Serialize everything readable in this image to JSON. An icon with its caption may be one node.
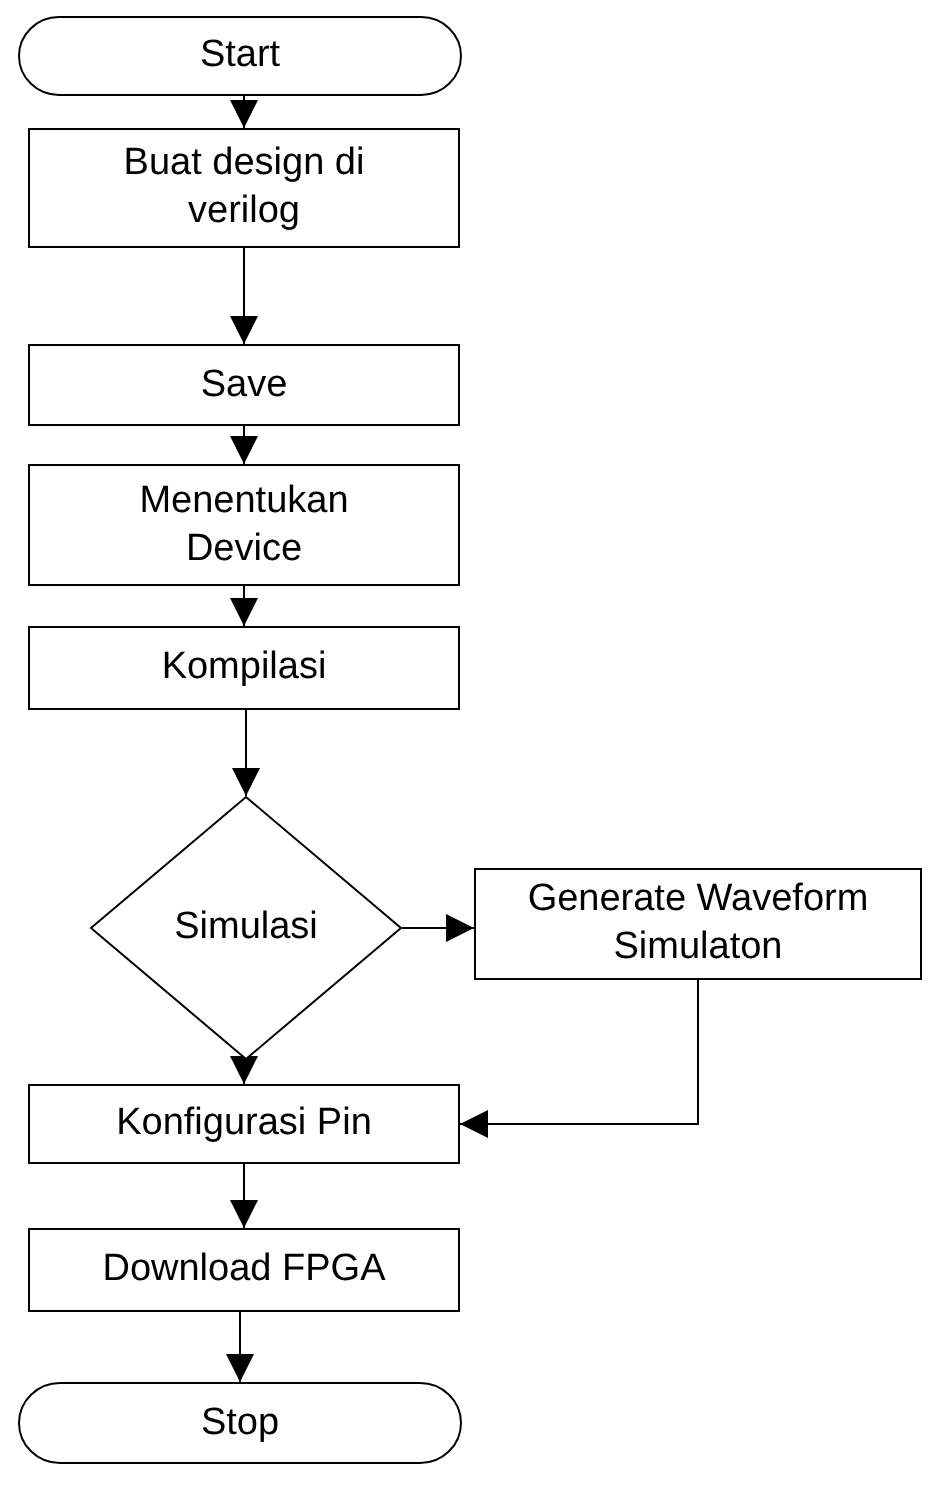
{
  "diagram": {
    "nodes": [
      {
        "text": [
          "Start"
        ]
      },
      {
        "text": [
          "Buat design di verilog"
        ]
      },
      {
        "text": [
          "Save"
        ]
      },
      {
        "text": [
          "Menentukan Device"
        ]
      },
      {
        "text": [
          "Kompilasi"
        ]
      },
      {
        "text": [
          "Simulasi"
        ]
      },
      {
        "text": [
          "Generate Waveform Simulaton"
        ]
      },
      {
        "text": [
          "Konfigurasi Pin"
        ]
      },
      {
        "text": [
          "Download FPGA"
        ]
      },
      {
        "text": [
          "Stop"
        ]
      }
    ],
    "edges": [
      {
        "from": 0,
        "to": 1,
        "arrow": "to"
      },
      {
        "from": 1,
        "to": 2,
        "arrow": "to"
      },
      {
        "from": 2,
        "to": 3,
        "arrow": "to"
      },
      {
        "from": 3,
        "to": 4,
        "arrow": "to"
      },
      {
        "from": 4,
        "to": 5,
        "arrow": "to"
      },
      {
        "from": 5,
        "to": 6,
        "arrow": "to"
      },
      {
        "from": 5,
        "to": 7,
        "arrow": "to"
      },
      {
        "from": 6,
        "to": 7,
        "arrow": "to"
      },
      {
        "from": 7,
        "to": 8,
        "arrow": "to"
      },
      {
        "from": 8,
        "to": 9,
        "arrow": "to"
      }
    ]
  }
}
